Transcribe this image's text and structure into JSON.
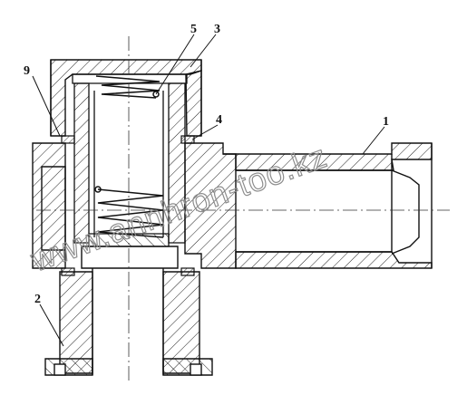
{
  "drawing": {
    "callouts": [
      {
        "id": "1",
        "label": "1"
      },
      {
        "id": "2",
        "label": "2"
      },
      {
        "id": "3",
        "label": "3"
      },
      {
        "id": "4",
        "label": "4"
      },
      {
        "id": "5",
        "label": "5"
      },
      {
        "id": "9",
        "label": "9"
      }
    ],
    "watermark": "www.annhron-too.kz",
    "colors": {
      "line": "#111111",
      "hatch": "#222222",
      "watermark": "#8d8d8d",
      "background": "#ffffff"
    }
  }
}
